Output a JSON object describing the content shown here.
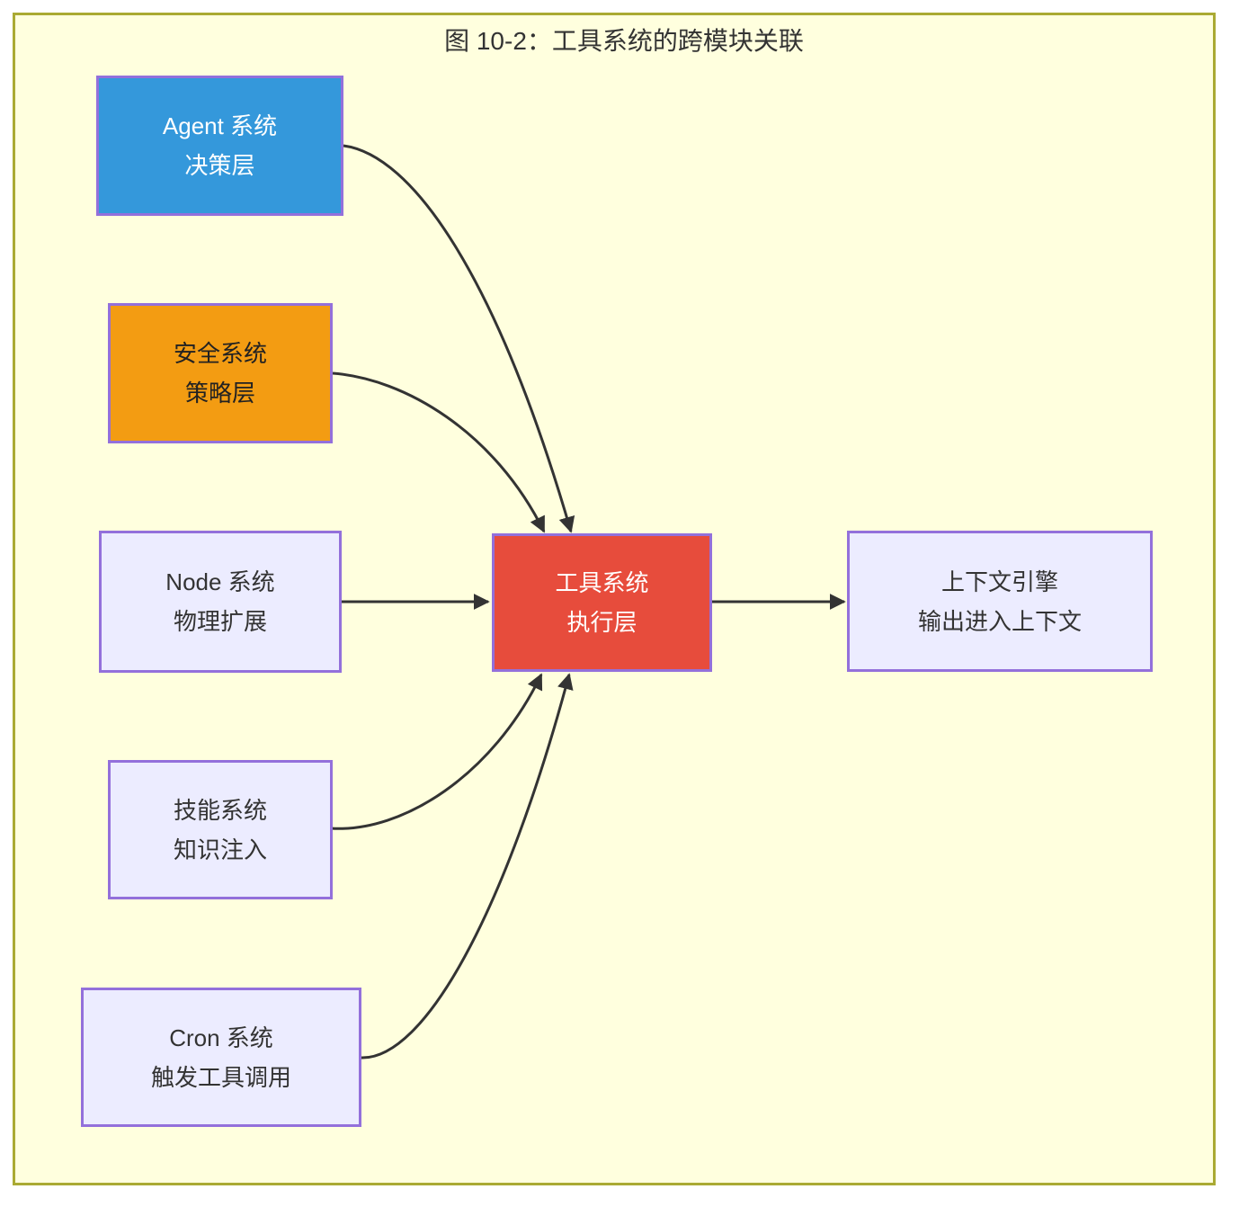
{
  "figure": {
    "title": "图 10-2：工具系统的跨模块关联",
    "title_color": "#333333",
    "background": "#FFFFDE",
    "border_color": "#AAAA33"
  },
  "edge_style": {
    "color": "#333333"
  },
  "nodes": {
    "agent": {
      "line1": "Agent 系统",
      "line2": "决策层",
      "fill": "#3498DB",
      "border": "#9370DB",
      "text_color": "#FFFFFF"
    },
    "security": {
      "line1": "安全系统",
      "line2": "策略层",
      "fill": "#F39C12",
      "border": "#9370DB",
      "text_color": "#222222"
    },
    "node": {
      "line1": "Node 系统",
      "line2": "物理扩展",
      "fill": "#ECECFF",
      "border": "#9370DB",
      "text_color": "#333333"
    },
    "skill": {
      "line1": "技能系统",
      "line2": "知识注入",
      "fill": "#ECECFF",
      "border": "#9370DB",
      "text_color": "#333333"
    },
    "cron": {
      "line1": "Cron 系统",
      "line2": "触发工具调用",
      "fill": "#ECECFF",
      "border": "#9370DB",
      "text_color": "#333333"
    },
    "tool": {
      "line1": "工具系统",
      "line2": "执行层",
      "fill": "#E74C3C",
      "border": "#9370DB",
      "text_color": "#FFFFFF"
    },
    "context": {
      "line1": "上下文引擎",
      "line2": "输出进入上下文",
      "fill": "#ECECFF",
      "border": "#9370DB",
      "text_color": "#333333"
    }
  },
  "edges": [
    {
      "from": "agent",
      "to": "tool"
    },
    {
      "from": "security",
      "to": "tool"
    },
    {
      "from": "node",
      "to": "tool"
    },
    {
      "from": "skill",
      "to": "tool"
    },
    {
      "from": "cron",
      "to": "tool"
    },
    {
      "from": "tool",
      "to": "context"
    }
  ]
}
